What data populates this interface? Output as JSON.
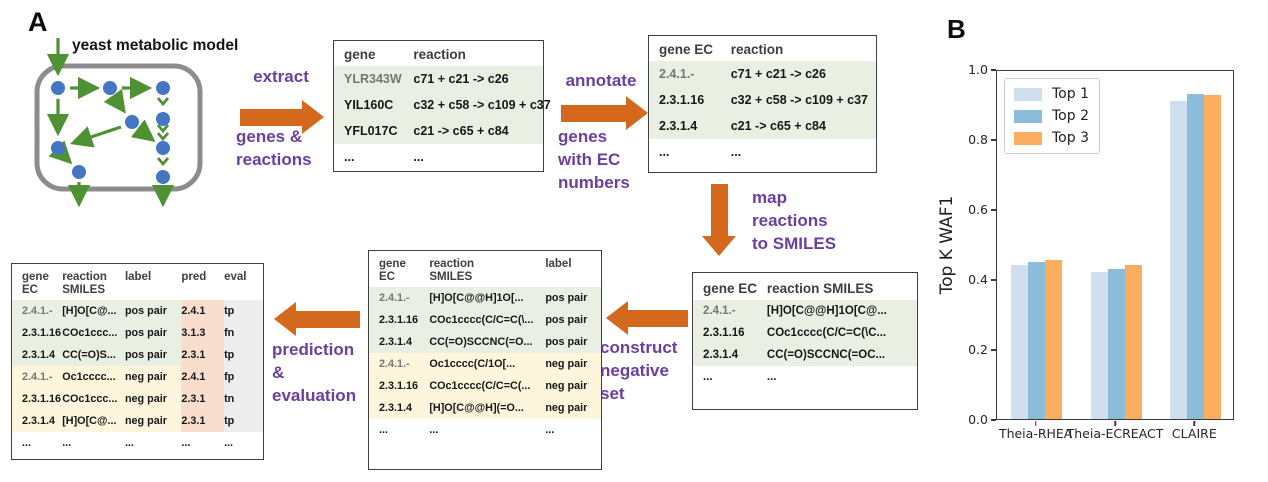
{
  "panel_a": {
    "label": "A",
    "model_title": "yeast metabolic model",
    "muted_values": [
      "YLR343W",
      "2.4.1.-"
    ],
    "steps": {
      "extract": {
        "above": "extract",
        "below": [
          "genes &",
          "reactions"
        ]
      },
      "annotate": {
        "above": "annotate",
        "below": [
          "genes",
          "with EC",
          "numbers"
        ]
      },
      "map_smiles": {
        "beside": [
          "map",
          "reactions",
          "to SMILES"
        ]
      },
      "construct_negative": {
        "below": [
          "construct",
          "negative",
          "set"
        ]
      },
      "prediction_evaluation": {
        "below": [
          "prediction",
          "&",
          "evaluation"
        ]
      }
    },
    "tables": [
      {
        "id": "gene-reaction",
        "headers": [
          "gene",
          "reaction"
        ],
        "rows": [
          {
            "cells": [
              "YLR343W",
              "c71 + c21 -> c26"
            ],
            "tone": "pos"
          },
          {
            "cells": [
              "YIL160C",
              "c32 + c58 -> c109 + c37"
            ],
            "tone": "pos"
          },
          {
            "cells": [
              "YFL017C",
              "c21 -> c65 + c84"
            ],
            "tone": "pos"
          },
          {
            "cells": [
              "...",
              "..."
            ],
            "tone": "plain"
          }
        ]
      },
      {
        "id": "geneec-reaction",
        "headers": [
          "gene EC",
          "reaction"
        ],
        "rows": [
          {
            "cells": [
              "2.4.1.-",
              "c71 + c21 -> c26"
            ],
            "tone": "pos"
          },
          {
            "cells": [
              "2.3.1.16",
              "c32 + c58 -> c109 + c37"
            ],
            "tone": "pos"
          },
          {
            "cells": [
              "2.3.1.4",
              "c21 -> c65 + c84"
            ],
            "tone": "pos"
          },
          {
            "cells": [
              "...",
              "..."
            ],
            "tone": "plain"
          }
        ]
      },
      {
        "id": "geneec-smiles",
        "headers": [
          "gene EC",
          "reaction SMILES"
        ],
        "rows": [
          {
            "cells": [
              "2.4.1.-",
              "[H]O[C@@H]1O[C@..."
            ],
            "tone": "pos"
          },
          {
            "cells": [
              "2.3.1.16",
              "COc1cccc(C/C=C(\\C..."
            ],
            "tone": "pos"
          },
          {
            "cells": [
              "2.3.1.4",
              "CC(=O)SCCNC(=OC..."
            ],
            "tone": "pos"
          },
          {
            "cells": [
              "...",
              "..."
            ],
            "tone": "plain"
          }
        ]
      },
      {
        "id": "geneec-smiles-label",
        "headers": [
          "gene\nEC",
          "reaction\nSMILES",
          "label"
        ],
        "rows": [
          {
            "cells": [
              "2.4.1.-",
              "[H]O[C@@H]1O[...",
              "pos pair"
            ],
            "tone": "pos"
          },
          {
            "cells": [
              "2.3.1.16",
              "COc1cccc(C/C=C(\\...",
              "pos pair"
            ],
            "tone": "pos"
          },
          {
            "cells": [
              "2.3.1.4",
              "CC(=O)SCCNC(=O...",
              "pos pair"
            ],
            "tone": "pos"
          },
          {
            "cells": [
              "2.4.1.-",
              "Oc1cccc(C/1O[...",
              "neg pair"
            ],
            "tone": "neg"
          },
          {
            "cells": [
              "2.3.1.16",
              "COc1cccc(C/C=C(...",
              "neg pair"
            ],
            "tone": "neg"
          },
          {
            "cells": [
              "2.3.1.4",
              "[H]O[C@@H](=O...",
              "neg pair"
            ],
            "tone": "neg"
          },
          {
            "cells": [
              "...",
              "...",
              "..."
            ],
            "tone": "plain"
          }
        ]
      },
      {
        "id": "prediction-evaluation",
        "headers": [
          "gene\nEC",
          "reaction\nSMILES",
          "label",
          "pred",
          "eval"
        ],
        "rows": [
          {
            "cells": [
              "2.4.1.-",
              "[H]O[C@...",
              "pos pair",
              "2.4.1",
              "tp"
            ],
            "tone": "pos"
          },
          {
            "cells": [
              "2.3.1.16",
              "COc1ccc...",
              "pos pair",
              "3.1.3",
              "fn"
            ],
            "tone": "pos"
          },
          {
            "cells": [
              "2.3.1.4",
              "CC(=O)S...",
              "pos pair",
              "2.3.1",
              "tp"
            ],
            "tone": "pos"
          },
          {
            "cells": [
              "2.4.1.-",
              "Oc1cccc...",
              "neg pair",
              "2.4.1",
              "fp"
            ],
            "tone": "neg"
          },
          {
            "cells": [
              "2.3.1.16",
              "COc1ccc...",
              "neg pair",
              "2.3.1",
              "tn"
            ],
            "tone": "neg"
          },
          {
            "cells": [
              "2.3.1.4",
              "[H]O[C@...",
              "neg pair",
              "2.3.1",
              "tp"
            ],
            "tone": "neg"
          },
          {
            "cells": [
              "...",
              "...",
              "...",
              "...",
              "..."
            ],
            "tone": "plain"
          }
        ]
      }
    ]
  },
  "panel_b": {
    "label": "B"
  },
  "chart_data": {
    "type": "bar",
    "title": "",
    "categories": [
      "Theia-RHEA",
      "Theia-ECREACT",
      "CLAIRE"
    ],
    "series": [
      {
        "name": "Top 1",
        "color": "#cfdfee",
        "values": [
          0.44,
          0.42,
          0.91
        ]
      },
      {
        "name": "Top 2",
        "color": "#8bbcd9",
        "values": [
          0.45,
          0.43,
          0.93
        ]
      },
      {
        "name": "Top 3",
        "color": "#fbad60",
        "values": [
          0.455,
          0.44,
          0.925
        ]
      }
    ],
    "xlabel": "",
    "ylabel": "Top K WAF1",
    "ylim": [
      0.0,
      1.0
    ],
    "yticks": [
      0.0,
      0.2,
      0.4,
      0.6,
      0.8,
      1.0
    ],
    "grid": false,
    "legend_position": "upper left"
  },
  "colors": {
    "step_text_purple": "#6b3fa0",
    "arrow_orange": "#d4691e",
    "network_green": "#4e9233",
    "node_blue": "#4377c4",
    "pos_row_bg": "#e9efe2",
    "neg_row_bg": "#fdf6dc",
    "pred_col_bg": "#f9ddcd",
    "eval_col_bg": "#ededed"
  }
}
